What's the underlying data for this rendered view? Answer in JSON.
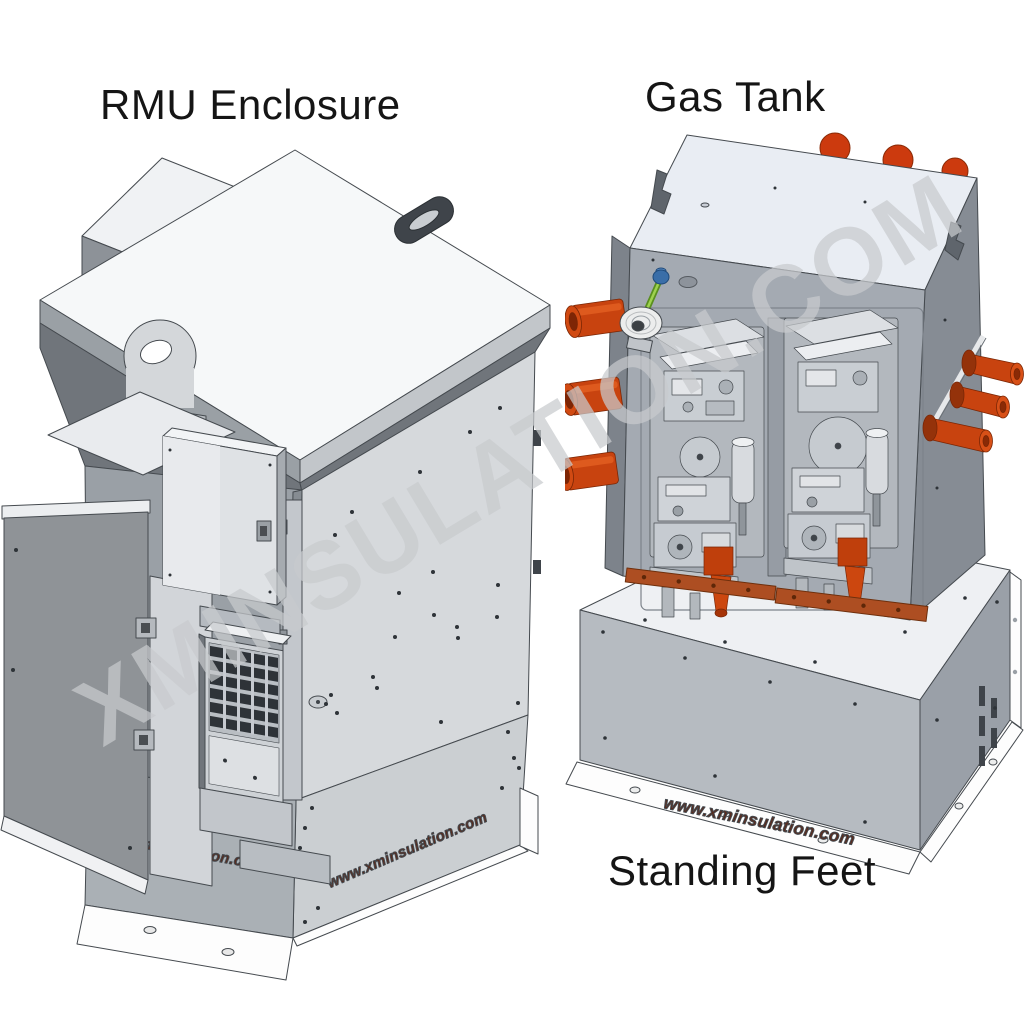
{
  "page": {
    "background": "#ffffff"
  },
  "figures": {
    "rmu": {
      "label": "RMU Enclosure"
    },
    "gas_tank": {
      "label": "Gas Tank"
    },
    "standing_feet": {
      "label": "Standing Feet"
    }
  },
  "watermark": {
    "text": "XMINSULATION.COM"
  },
  "brand": {
    "url": "www.xminsulation.com"
  },
  "colors": {
    "label_text": "#151515",
    "watermark": "#c7cacd",
    "brand_text": "#5a2a1c",
    "cabinet_light": "#d6d9dc",
    "cabinet_mid": "#9aa0a6",
    "cabinet_dark": "#868c94",
    "top_face": "#f6f8f9",
    "outline": "#454a4f",
    "bushing_orange": "#c8430f",
    "busbar_copper": "#ad4e22",
    "rod_green": "#7fb832",
    "cap_blue": "#3a6ea8"
  }
}
